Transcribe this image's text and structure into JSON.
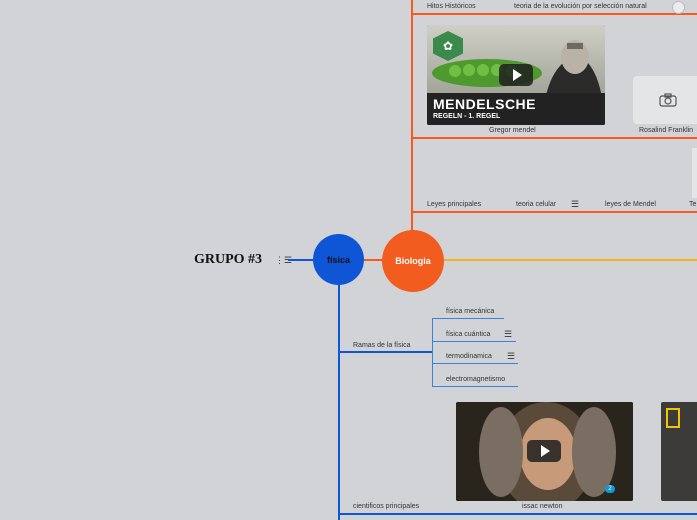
{
  "root": {
    "title": "GRUPO #3"
  },
  "nodes": {
    "fisica": "física",
    "biologia": "Biologia"
  },
  "biologia_branch": {
    "hitos": {
      "label": "Hitos Históricos",
      "item": "teoria de la evolución por selección natural"
    },
    "videos": {
      "mendel_title_line1": "MENDELSCHE",
      "mendel_title_line2": "REGELN - 1. REGEL",
      "mendel_caption": "Gregor mendel",
      "franklin_caption": "Rosalind Franklin"
    },
    "leyes": {
      "label": "Leyes principales",
      "items": [
        "teoria celular",
        "leyes de Mendel",
        "Te"
      ]
    }
  },
  "fisica_branch": {
    "ramas": {
      "label": "Ramas de la física",
      "items": [
        "física mecánica",
        "física cuántica",
        "termodinamica",
        "electromagnetismo"
      ]
    },
    "cientificos": {
      "label": "cientificos principales",
      "newton_caption": "issac newton",
      "badge": "2"
    }
  },
  "colors": {
    "background": "#d1d3d6",
    "orange": "#f25c1f",
    "yellow": "#f6b21b",
    "blue": "#0e56d6",
    "light_blue": "#3b82e0"
  },
  "icons": [
    "notes-icon",
    "camera-icon",
    "play-icon",
    "leaf-icon"
  ]
}
